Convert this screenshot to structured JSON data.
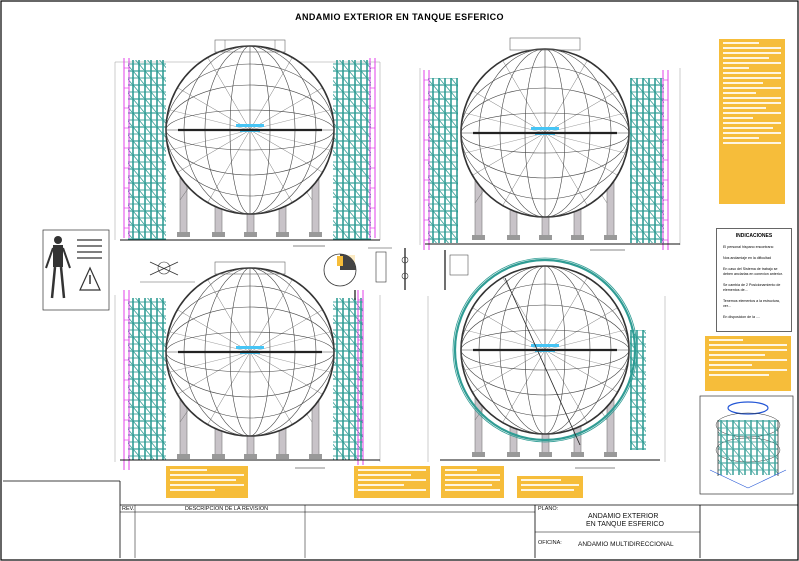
{
  "title": "ANDAMIO EXTERIOR EN TANQUE ESFERICO",
  "title_block": {
    "rev_label": "REV.",
    "description_label": "DESCRIPCION DE LA REVISION",
    "plan_label": "PLANO:",
    "plan_line1": "ANDAMIO EXTERIOR",
    "plan_line2": "EN TANQUE ESFERICO",
    "office_label": "OFICINA:",
    "office_value": "ANDAMIO MULTIDIRECCIONAL"
  },
  "legend_panel": {
    "title": "INDICACIONES",
    "items": [
      "El personal hispano encontrara:",
      "Nos andamiaje en la dificultad",
      "En caso del Sistema de trabajo se deben anclarlas en conexion anterior.",
      "Se cambia de 2 Posicionamiento de elementos de...",
      "Tenemos elementos a la estructura, ver...",
      "En disposicion de la ...."
    ]
  },
  "colors": {
    "scaffold": "#2f9c94",
    "sphere": "#303030",
    "leg": "#c8c3c8",
    "ladder": "#e23fe8",
    "note": "#f6bd3a",
    "blue": "#2457d6",
    "frame": "#000000"
  }
}
